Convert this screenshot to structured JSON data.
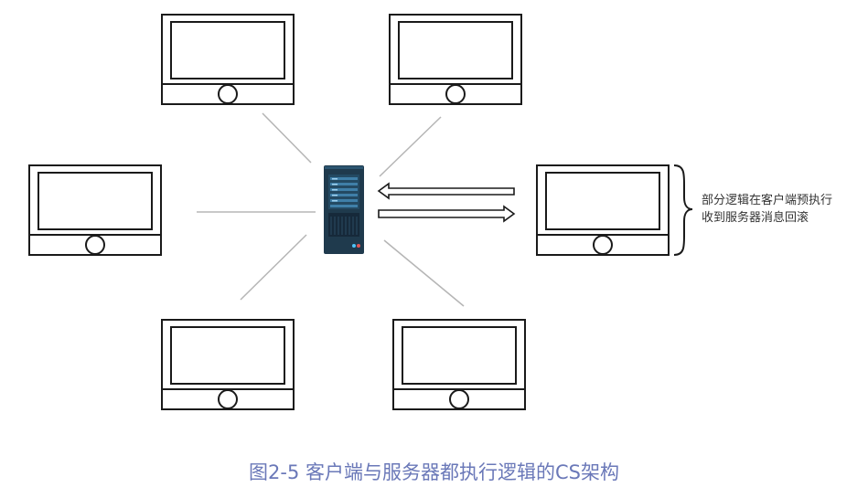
{
  "annotation": {
    "line1": "部分逻辑在客户端预执行",
    "line2": "收到服务器消息回滚"
  },
  "caption": "图2-5 客户端与服务器都执行逻辑的CS架构",
  "colors": {
    "outline": "#1a1a1a",
    "connector": "#b5b5b5",
    "server_body": "#1f3a4d",
    "server_panel": "#3f7fa8",
    "caption": "#6a78b8"
  },
  "icons": {
    "client": "monitor-icon",
    "server": "server-tower-icon"
  }
}
